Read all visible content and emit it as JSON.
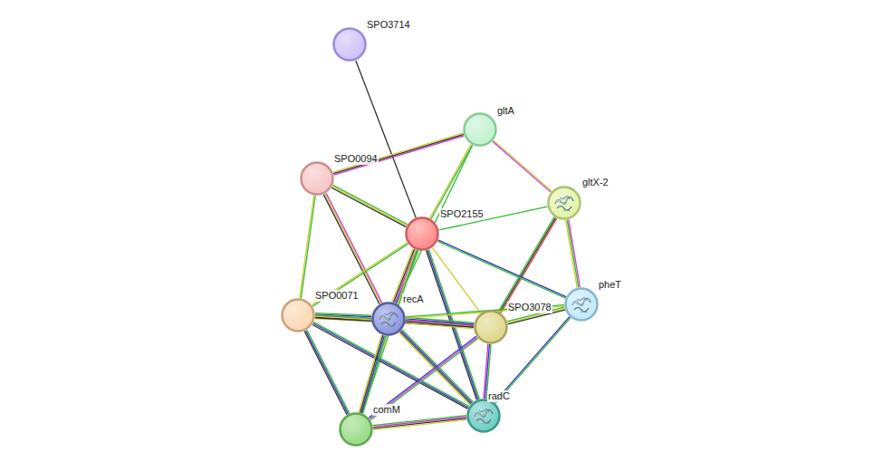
{
  "diagram": {
    "nodes": [
      {
        "text": [
          "SPO3714"
        ]
      },
      {
        "text": [
          "gltA"
        ]
      },
      {
        "text": [
          "SPO0094"
        ]
      },
      {
        "text": [
          "SPO2155"
        ]
      },
      {
        "text": [
          "gltX-2"
        ]
      },
      {
        "text": [
          "pheT"
        ]
      },
      {
        "text": [
          "SPO0071"
        ]
      },
      {
        "text": [
          "recA"
        ]
      },
      {
        "text": [
          "SPO3078"
        ]
      },
      {
        "text": [
          "comM"
        ]
      },
      {
        "text": [
          "radC"
        ]
      }
    ],
    "edges": [
      {
        "from": 0,
        "to": 3,
        "arrow": "none"
      },
      {
        "from": 1,
        "to": 2,
        "arrow": "none"
      },
      {
        "from": 1,
        "to": 4,
        "arrow": "none"
      },
      {
        "from": 1,
        "to": 3,
        "arrow": "none"
      },
      {
        "from": 1,
        "to": 7,
        "arrow": "none"
      },
      {
        "from": 4,
        "to": 3,
        "arrow": "none"
      },
      {
        "from": 4,
        "to": 8,
        "arrow": "none"
      },
      {
        "from": 4,
        "to": 5,
        "arrow": "none"
      },
      {
        "from": 2,
        "to": 3,
        "arrow": "none"
      },
      {
        "from": 2,
        "to": 6,
        "arrow": "none"
      },
      {
        "from": 2,
        "to": 7,
        "arrow": "none"
      },
      {
        "from": 3,
        "to": 6,
        "arrow": "none"
      },
      {
        "from": 3,
        "to": 7,
        "arrow": "none"
      },
      {
        "from": 3,
        "to": 8,
        "arrow": "none"
      },
      {
        "from": 3,
        "to": 5,
        "arrow": "none"
      },
      {
        "from": 3,
        "to": 9,
        "arrow": "none"
      },
      {
        "from": 3,
        "to": 10,
        "arrow": "none"
      },
      {
        "from": 6,
        "to": 7,
        "arrow": "none"
      },
      {
        "from": 6,
        "to": 8,
        "arrow": "none"
      },
      {
        "from": 6,
        "to": 9,
        "arrow": "none"
      },
      {
        "from": 6,
        "to": 10,
        "arrow": "none"
      },
      {
        "from": 7,
        "to": 8,
        "arrow": "none"
      },
      {
        "from": 7,
        "to": 9,
        "arrow": "none"
      },
      {
        "from": 7,
        "to": 10,
        "arrow": "none"
      },
      {
        "from": 7,
        "to": 5,
        "arrow": "none"
      },
      {
        "from": 8,
        "to": 5,
        "arrow": "none"
      },
      {
        "from": 8,
        "to": 9,
        "arrow": "none"
      },
      {
        "from": 8,
        "to": 10,
        "arrow": "none"
      },
      {
        "from": 9,
        "to": 10,
        "arrow": "none"
      },
      {
        "from": 5,
        "to": 10,
        "arrow": "none"
      }
    ]
  }
}
